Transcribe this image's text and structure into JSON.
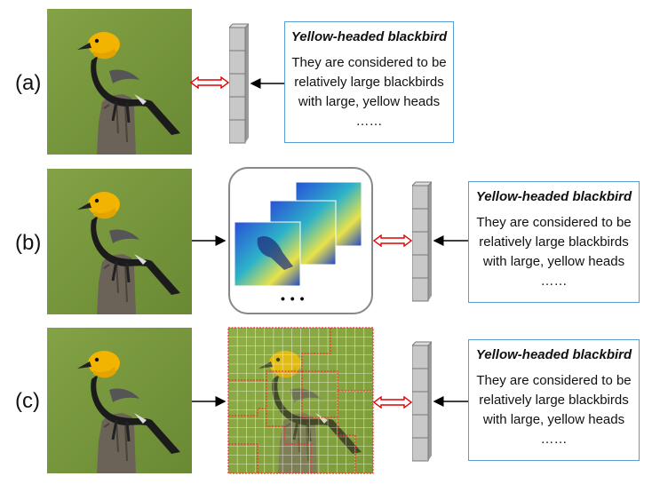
{
  "rows": [
    {
      "label": "(a)"
    },
    {
      "label": "(b)"
    },
    {
      "label": "(c)"
    }
  ],
  "description_box": {
    "title": "Yellow-headed blackbird",
    "lines": [
      "They are considered to be",
      "relatively large blackbirds",
      "with large, yellow heads",
      "……"
    ]
  },
  "ellipsis_dots": "• • •",
  "colors": {
    "box_border": "#5b9bd5",
    "bidirectional_arrow": "#e00000",
    "grid_patch_line": "#ff2a2a",
    "embedding_bar": "#c8c8c8"
  }
}
